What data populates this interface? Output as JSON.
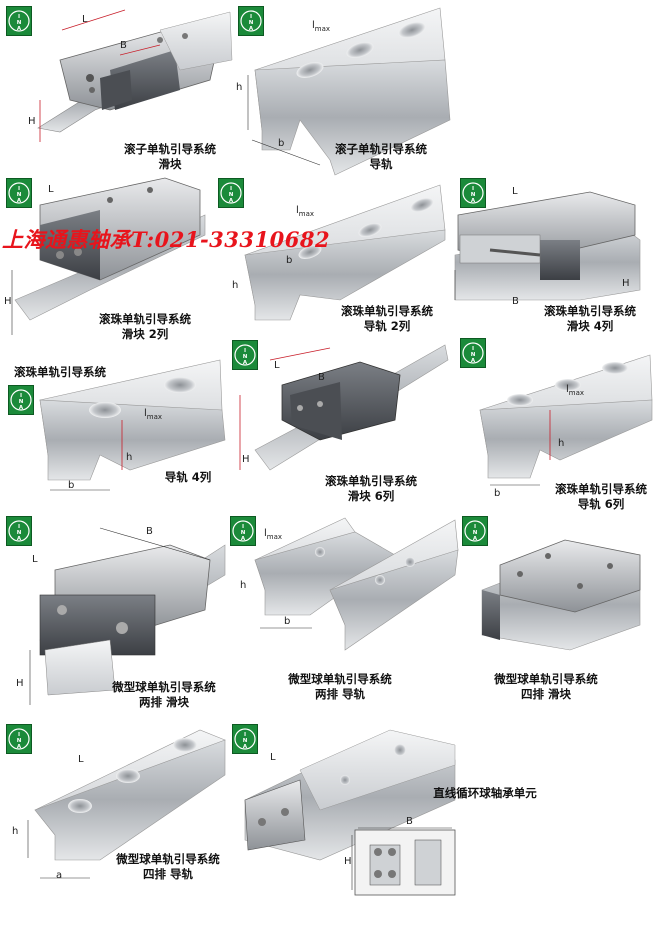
{
  "logo_text": "INA",
  "watermark": "上海通惠轴承T:021-33310682",
  "panels": [
    {
      "caption": [
        "滚子单轨引导系统",
        "滑块"
      ],
      "dims": [
        "L",
        "B",
        "H"
      ]
    },
    {
      "caption": [
        "滚子单轨引导系统",
        "导轨"
      ],
      "dims": [
        "l",
        "max",
        "h",
        "b"
      ]
    },
    {
      "caption": [
        "滚珠单轨引导系统",
        "滑块 2列"
      ],
      "dims": [
        "L",
        "H"
      ]
    },
    {
      "caption": [
        "滚珠单轨引导系统",
        "导轨 2列"
      ],
      "dims": [
        "l",
        "max",
        "h",
        "b"
      ]
    },
    {
      "caption": [
        "滚珠单轨引导系统",
        "滑块 4列"
      ],
      "dims": [
        "L",
        "B",
        "H"
      ]
    },
    {
      "caption": [
        "滚珠单轨引导系统"
      ],
      "caption2": "导轨 4列",
      "dims": [
        "l",
        "max",
        "h",
        "b"
      ]
    },
    {
      "caption": [
        "滚珠单轨引导系统",
        "滑块  6列"
      ],
      "dims": [
        "L",
        "B",
        "H"
      ]
    },
    {
      "caption": [
        "滚珠单轨引导系统",
        "导轨 6列"
      ],
      "dims": [
        "l",
        "max",
        "h",
        "b"
      ]
    },
    {
      "caption": [
        "微型球单轨引导系统",
        "两排 滑块"
      ],
      "dims": [
        "B",
        "L",
        "H"
      ]
    },
    {
      "caption": [
        "微型球单轨引导系统",
        "两排 导轨"
      ],
      "dims": [
        "l",
        "max",
        "h",
        "b"
      ]
    },
    {
      "caption": [
        "微型球单轨引导系统",
        "四排 滑块"
      ],
      "dims": []
    },
    {
      "caption": [
        "微型球单轨引导系统",
        "四排 导轨"
      ],
      "dims": [
        "L",
        "h",
        "a"
      ]
    },
    {
      "caption": [
        "直线循环球轴承单元"
      ],
      "dims": [
        "L",
        "B",
        "H"
      ]
    }
  ],
  "colors": {
    "logo_green": "#1b8a3a",
    "watermark_red": "#e8141c",
    "dim_red": "#c81e2a"
  }
}
